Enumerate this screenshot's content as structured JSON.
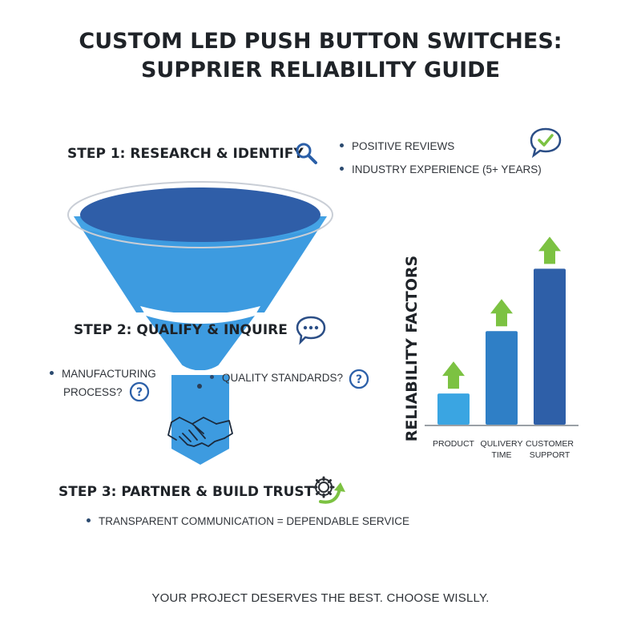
{
  "title": {
    "line1": "CUSTOM LED PUSH BUTTON SWITCHES:",
    "line2": "SUPPRIER RELIABILITY GUIDE"
  },
  "step1": {
    "title": "STEP 1: RESEARCH & IDENTIFY",
    "bullets": [
      "POSITIVE REVIEWS",
      "INDUSTRY EXPERIENCE (5+ YEARS)"
    ]
  },
  "step2": {
    "title": "STEP 2: QUALIFY & INQUIRE",
    "bullets": [
      "MANUFACTURING",
      "PROCESS?",
      "QUALITY STANDARDS?"
    ]
  },
  "step3": {
    "title": "STEP 3: PARTNER & BUILD TRUST",
    "bullets": [
      "TRANSPARENT COMMUNICATION = DEPENDABLE SERVICE"
    ]
  },
  "icons": {
    "step1": [
      "search-icon",
      "checkmark-chat-icon"
    ],
    "step2": [
      "chat-bubble-icon",
      "question-icon"
    ],
    "step3": [
      "gear-arrow-icon"
    ],
    "funnel": [
      "handshake-icon"
    ],
    "bars": "arrow-up-icon"
  },
  "colors": {
    "funnel_rim": "#2f5ea8",
    "funnel_body": "#3d9be0",
    "bar_light": "#3aa5e2",
    "bar_mid": "#2f7fc6",
    "bar_dark": "#2e5fa8",
    "arrow_green": "#7cc242"
  },
  "chart_data": {
    "type": "bar",
    "ylabel": "RELIABILITY FACTORS",
    "categories": [
      {
        "line1": "PRODUCT",
        "line2": ""
      },
      {
        "line1": "QULIVERY",
        "line2": "TIME"
      },
      {
        "line1": "CUSTOMER",
        "line2": "SUPPORT"
      }
    ],
    "values": [
      1,
      3,
      5
    ],
    "ylim": [
      0,
      5.6
    ],
    "grid": false
  },
  "footer": "YOUR PROJECT DESERVES THE BEST. CHOOSE WISLLY."
}
